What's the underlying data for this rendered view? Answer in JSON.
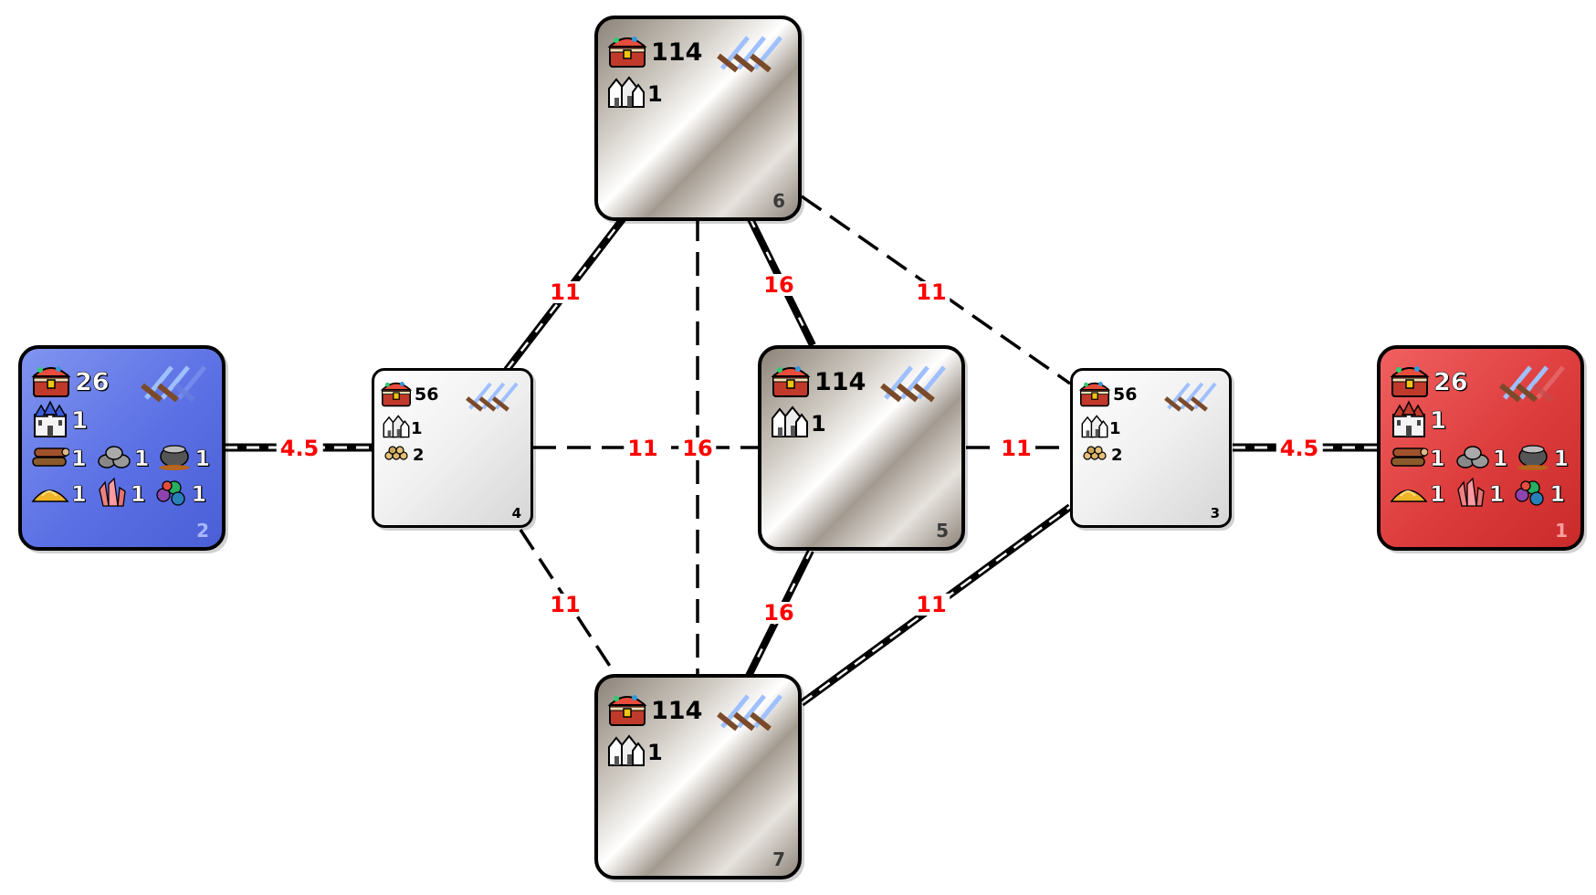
{
  "zones": {
    "z1": {
      "id": "1",
      "treasure": "26",
      "castle": "1",
      "wood": "1",
      "ore": "1",
      "mercury": "1",
      "gold": "1",
      "crystal": "1",
      "gems": "1"
    },
    "z2": {
      "id": "2",
      "treasure": "26",
      "castle": "1",
      "wood": "1",
      "ore": "1",
      "mercury": "1",
      "gold": "1",
      "crystal": "1",
      "gems": "1"
    },
    "z3": {
      "id": "3",
      "treasure": "56",
      "town": "1",
      "mines": "2"
    },
    "z4": {
      "id": "4",
      "treasure": "56",
      "town": "1",
      "mines": "2"
    },
    "z5": {
      "id": "5",
      "treasure": "114",
      "town": "1"
    },
    "z6": {
      "id": "6",
      "treasure": "114",
      "town": "1"
    },
    "z7": {
      "id": "7",
      "treasure": "114",
      "town": "1"
    }
  },
  "connections": [
    {
      "from": "2",
      "to": "4",
      "label": "4.5"
    },
    {
      "from": "3",
      "to": "1",
      "label": "4.5"
    },
    {
      "from": "4",
      "to": "6",
      "label": "11"
    },
    {
      "from": "4",
      "to": "7",
      "label": "11"
    },
    {
      "from": "4",
      "to": "5",
      "label": "11"
    },
    {
      "from": "6",
      "to": "7",
      "label": "16"
    },
    {
      "from": "6",
      "to": "5",
      "label": "16"
    },
    {
      "from": "5",
      "to": "7",
      "label": "16"
    },
    {
      "from": "6",
      "to": "3",
      "label": "11"
    },
    {
      "from": "5",
      "to": "3",
      "label": "11"
    },
    {
      "from": "7",
      "to": "3",
      "label": "11"
    }
  ],
  "colors": {
    "blue_player": "#5b70e4",
    "red_player": "#dd3c3c",
    "edge_label": "#ff0000"
  },
  "icons": [
    "treasure-chest-icon",
    "castle-icon",
    "town-icon",
    "swords-icon",
    "wood-icon",
    "ore-icon",
    "mercury-icon",
    "gold-icon",
    "crystal-icon",
    "gems-icon",
    "mine-resources-icon"
  ]
}
